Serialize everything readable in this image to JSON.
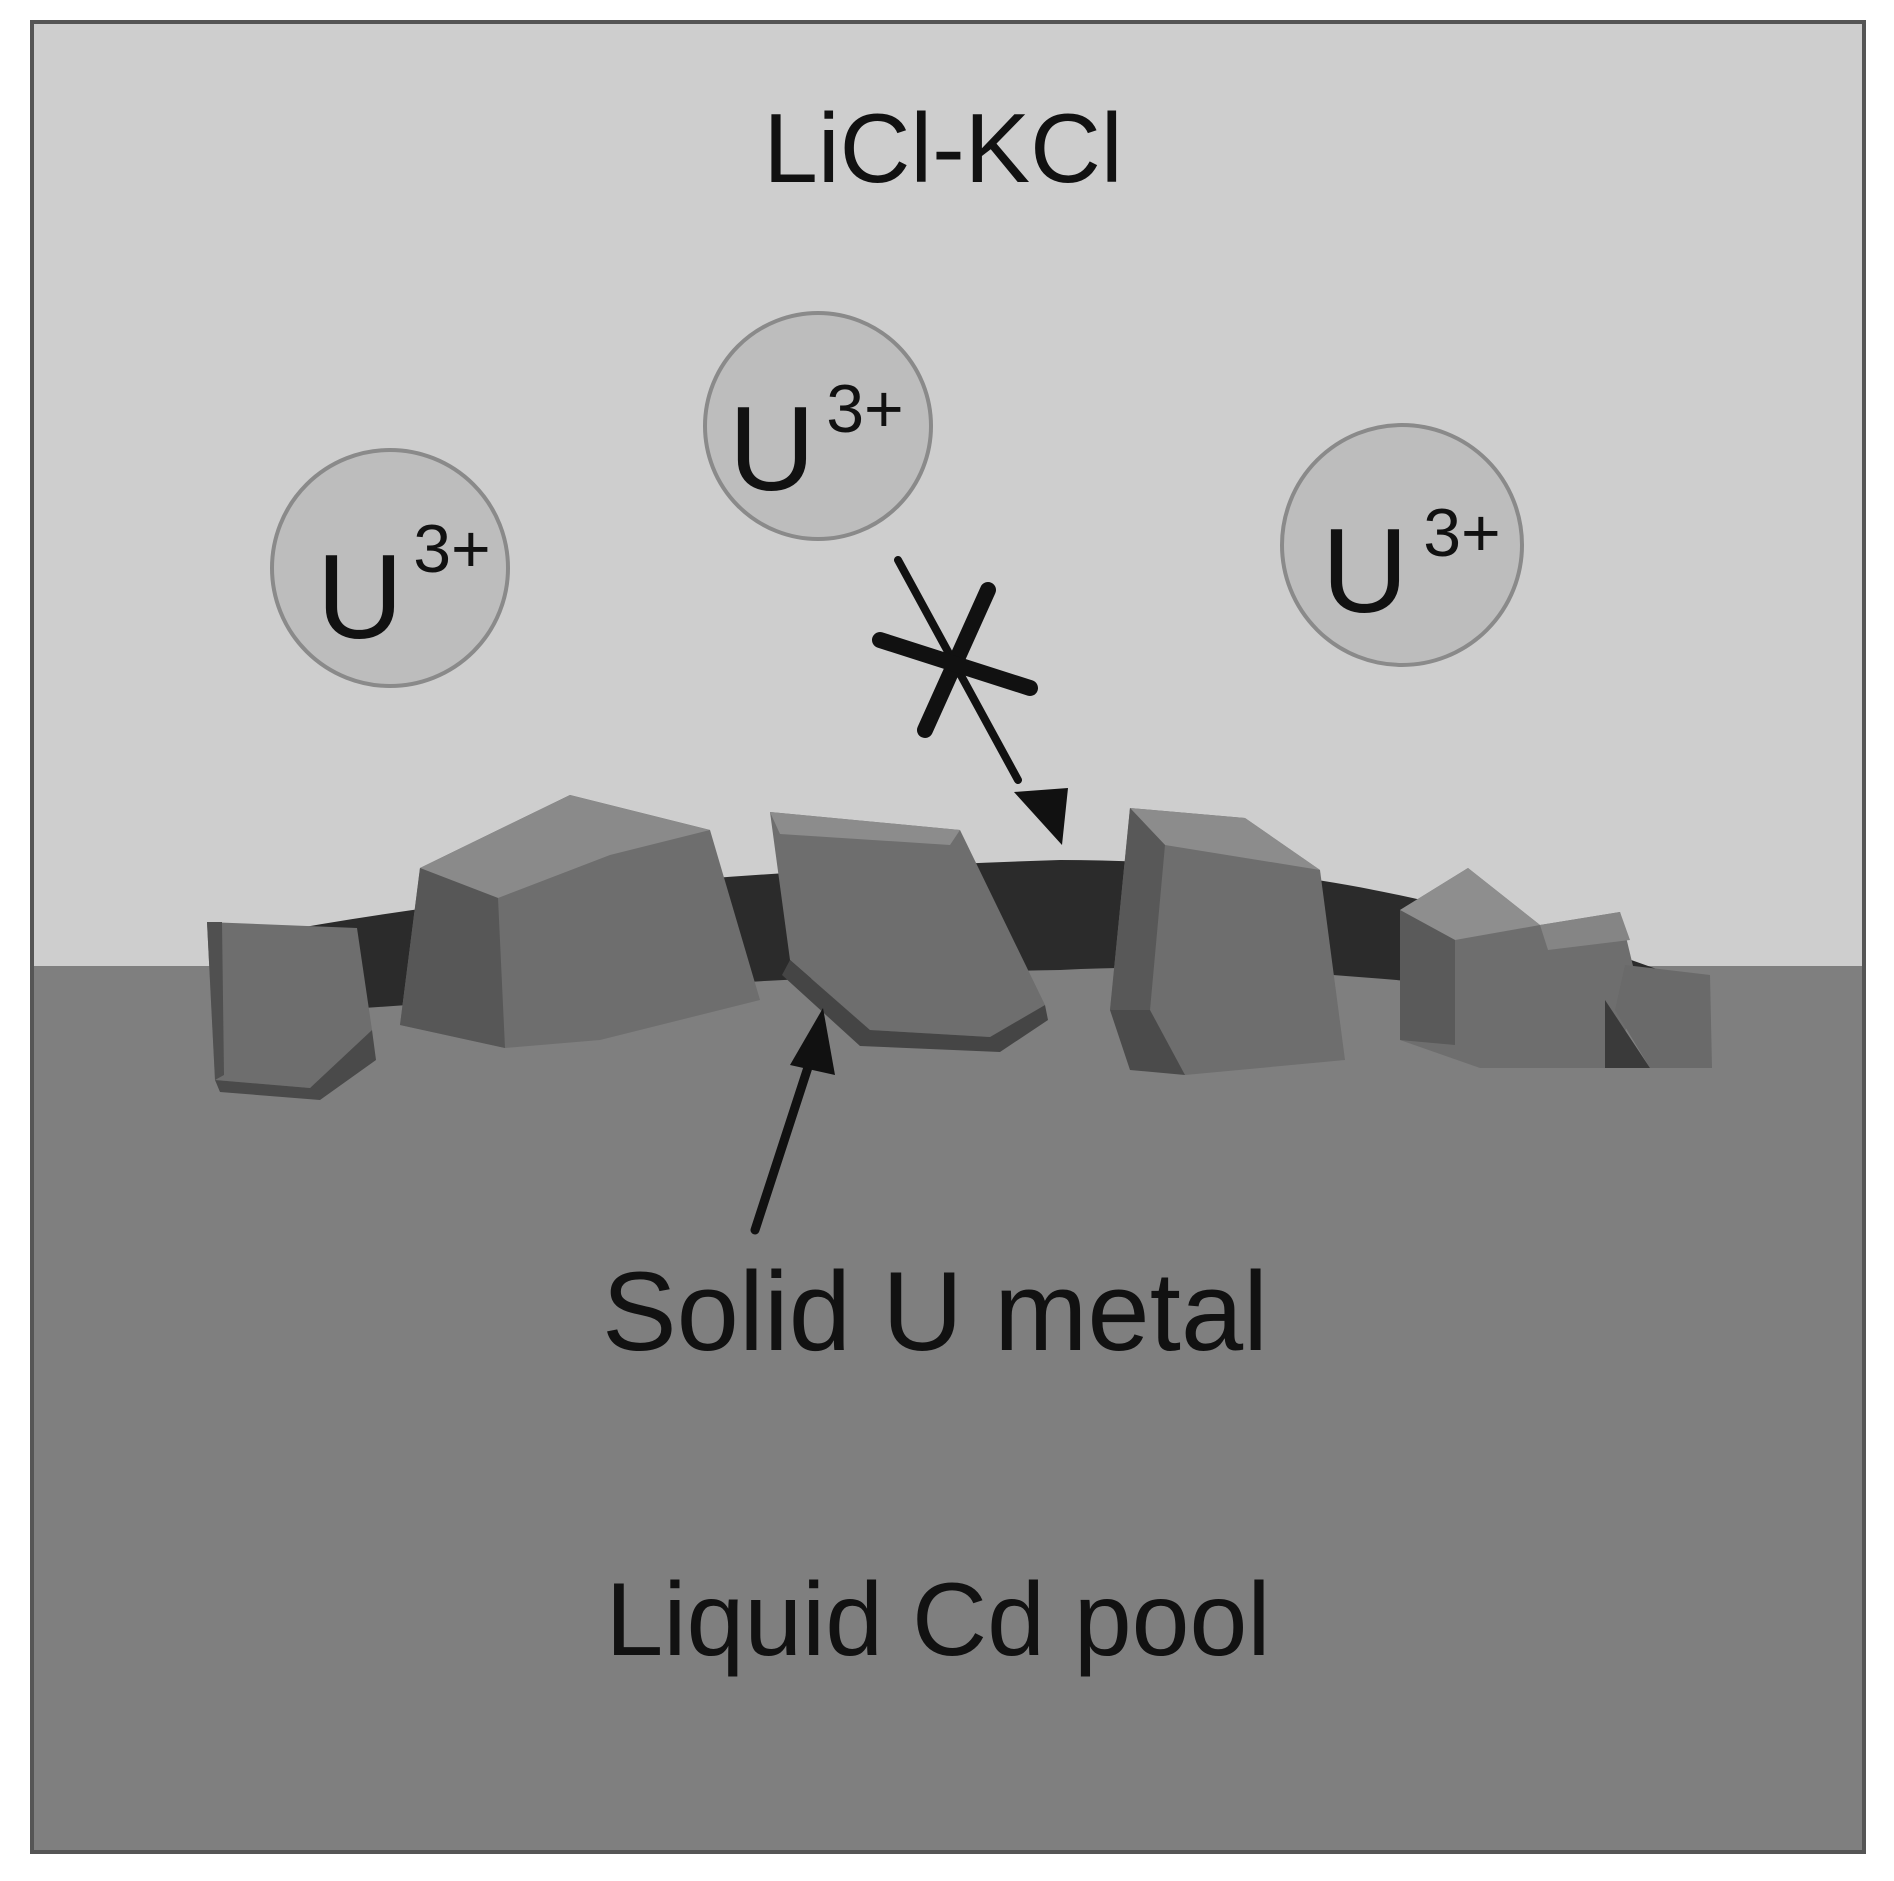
{
  "labels": {
    "salt_layer": "LiCl-KCl",
    "deposit": "Solid U metal",
    "cd_pool": "Liquid Cd pool"
  },
  "ions": [
    {
      "symbol": "U",
      "charge": "3+"
    },
    {
      "symbol": "U",
      "charge": "3+"
    },
    {
      "symbol": "U",
      "charge": "3+"
    }
  ],
  "blocked_path": {
    "description_symbol": "blocked"
  },
  "colors": {
    "frame": "#555555",
    "salt": "#cecece",
    "cadmium": "#7f7f7f",
    "ion_fill": "#bdbdbd",
    "ion_stroke": "#8a8a8a",
    "crust_dark": "#2b2b2b",
    "rock_front": "#6e6e6e",
    "rock_top": "#8c8c8c",
    "rock_shadow": "#505050",
    "ink": "#111111"
  }
}
